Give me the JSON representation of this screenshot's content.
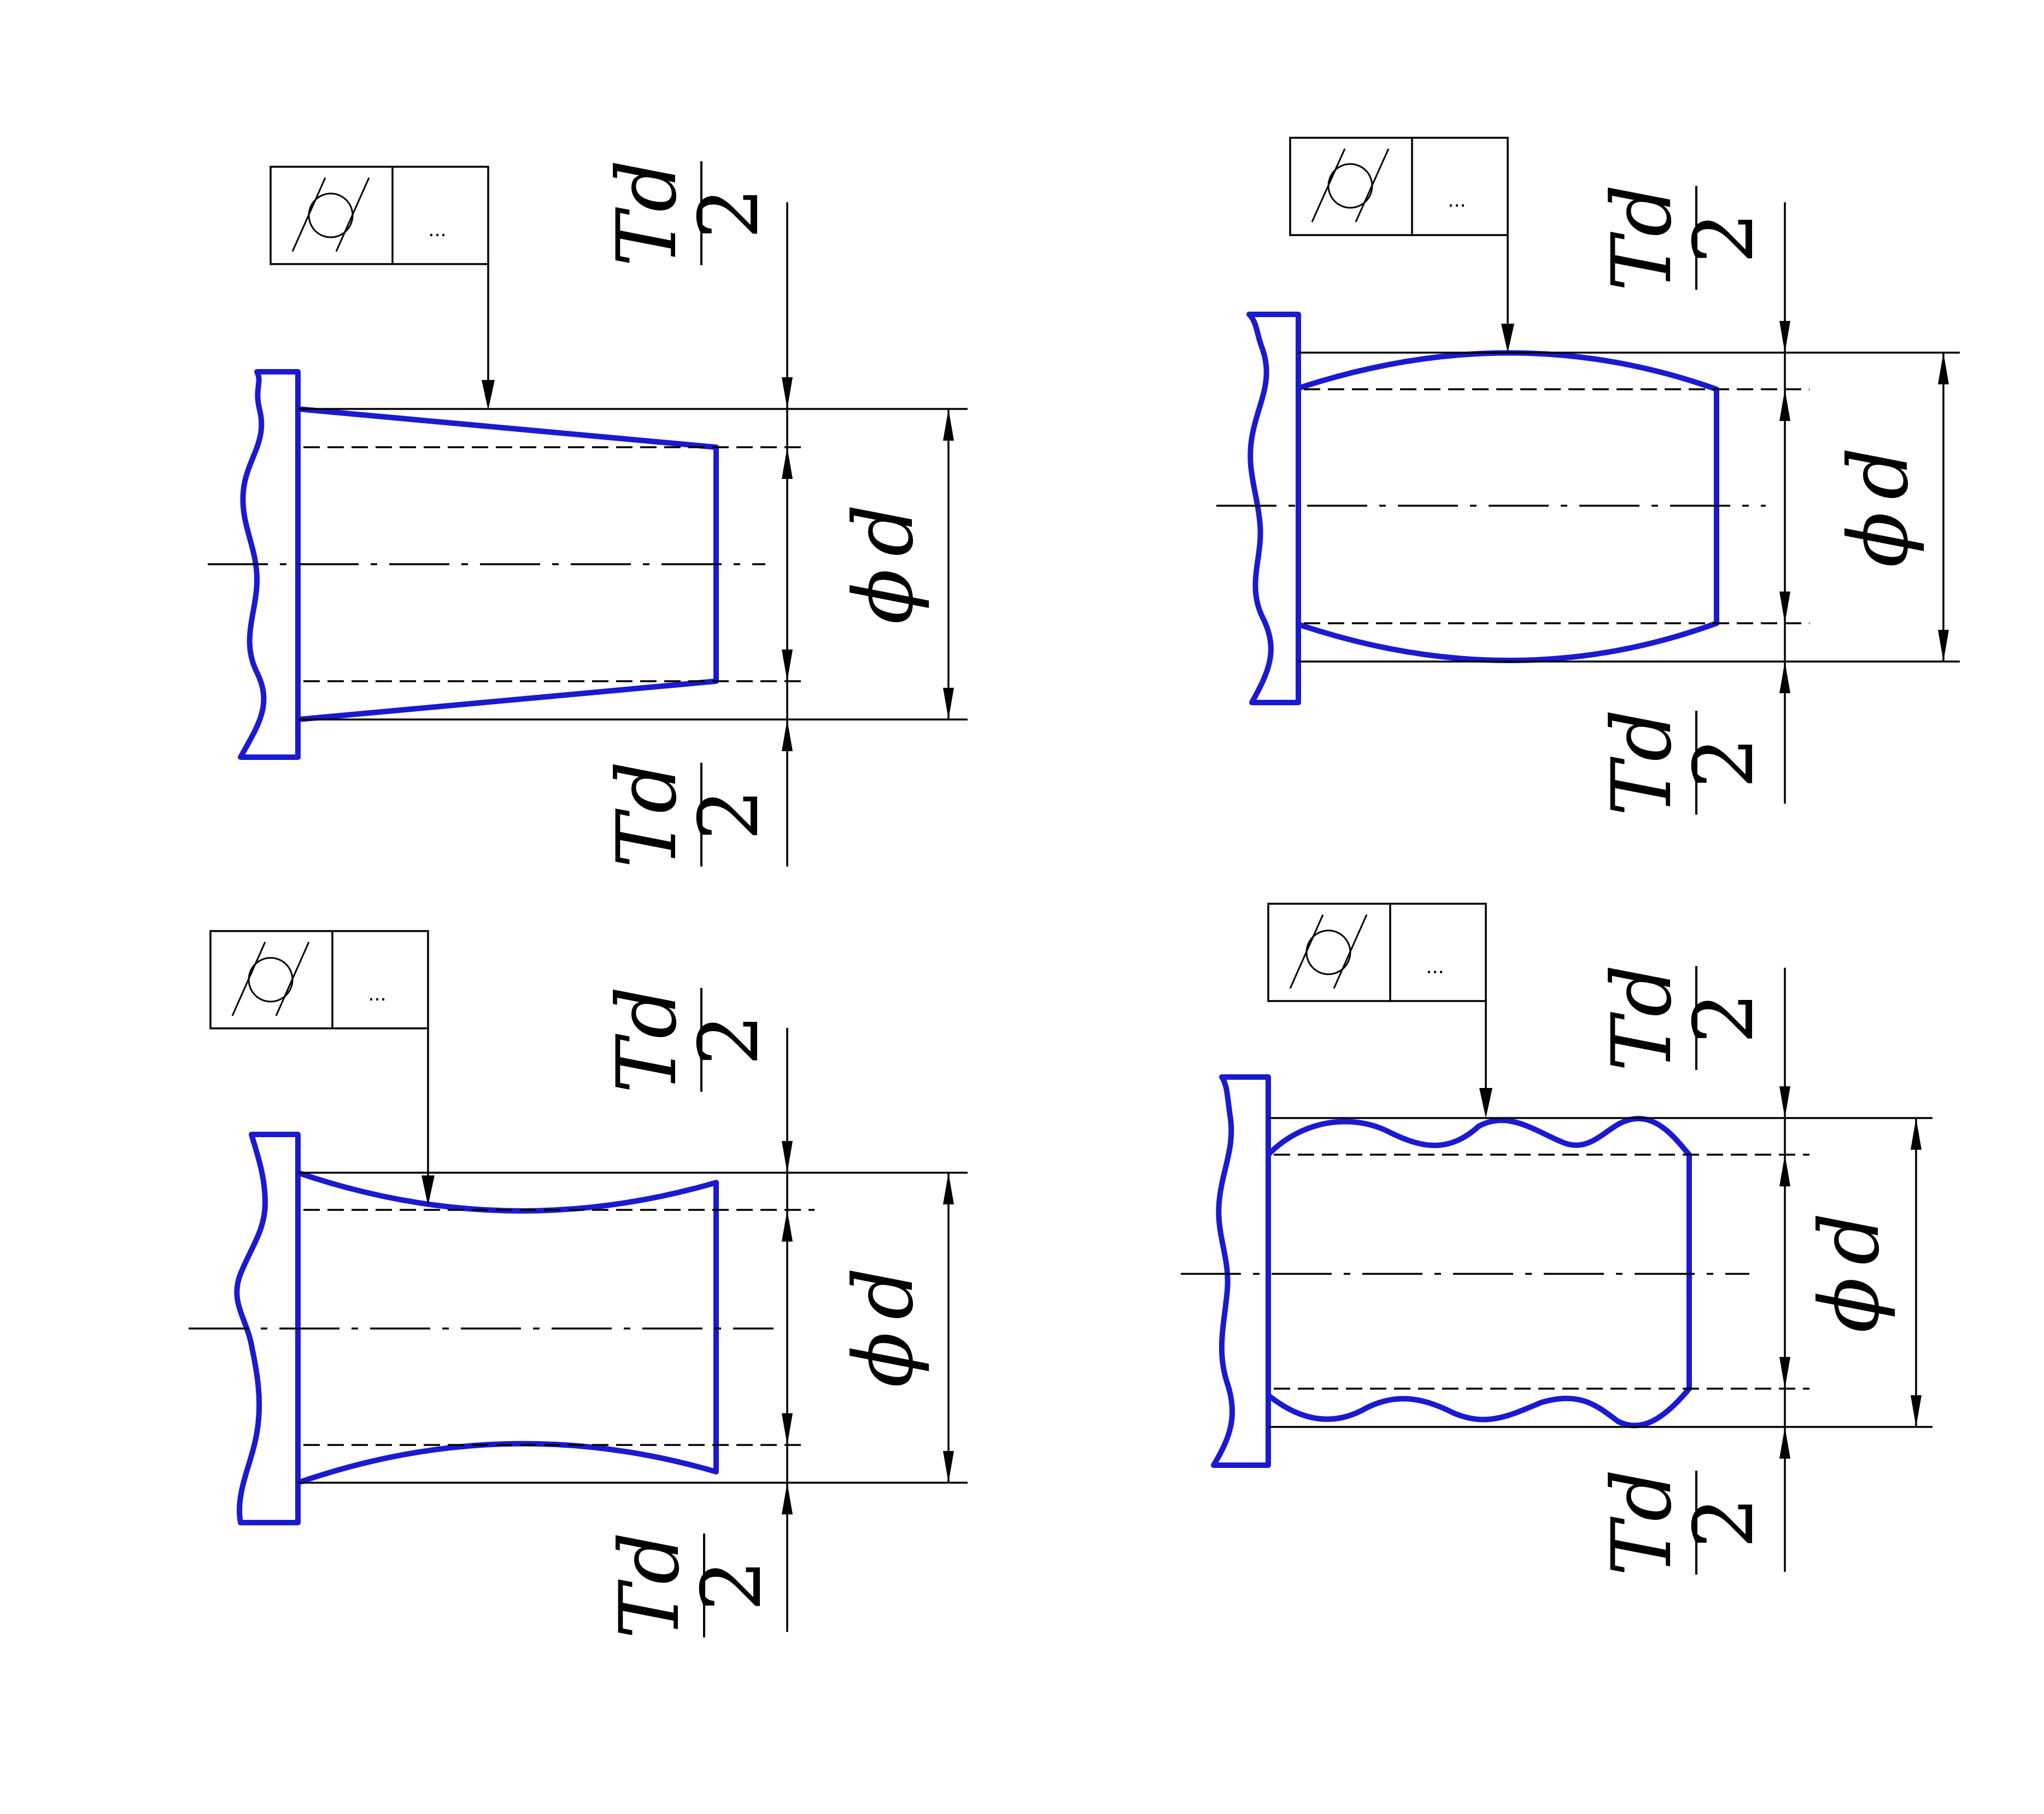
{
  "views": [
    {
      "id": "taper",
      "frame": {
        "symbol": "cylindricity-icon",
        "value": "..."
      },
      "tolerance_top": {
        "numerator": "Td",
        "denominator": "2"
      },
      "tolerance_bottom": {
        "numerator": "Td",
        "denominator": "2"
      },
      "diameter": {
        "symbol": "ϕ",
        "label": "d"
      }
    },
    {
      "id": "barrel",
      "frame": {
        "symbol": "cylindricity-icon",
        "value": "..."
      },
      "tolerance_top": {
        "numerator": "Td",
        "denominator": "2"
      },
      "tolerance_bottom": {
        "numerator": "Td",
        "denominator": "2"
      },
      "diameter": {
        "symbol": "ϕ",
        "label": "d"
      }
    },
    {
      "id": "saddle",
      "frame": {
        "symbol": "cylindricity-icon",
        "value": "..."
      },
      "tolerance_top": {
        "numerator": "Td",
        "denominator": "2"
      },
      "tolerance_bottom": {
        "numerator": "Td",
        "denominator": "2"
      },
      "diameter": {
        "symbol": "ϕ",
        "label": "d"
      }
    },
    {
      "id": "wavy",
      "frame": {
        "symbol": "cylindricity-icon",
        "value": "..."
      },
      "tolerance_top": {
        "numerator": "Td",
        "denominator": "2"
      },
      "tolerance_bottom": {
        "numerator": "Td",
        "denominator": "2"
      },
      "diameter": {
        "symbol": "ϕ",
        "label": "d"
      }
    }
  ],
  "colors": {
    "part_outline": "#1a1ad0",
    "lines": "#000000",
    "background": "#ffffff"
  }
}
